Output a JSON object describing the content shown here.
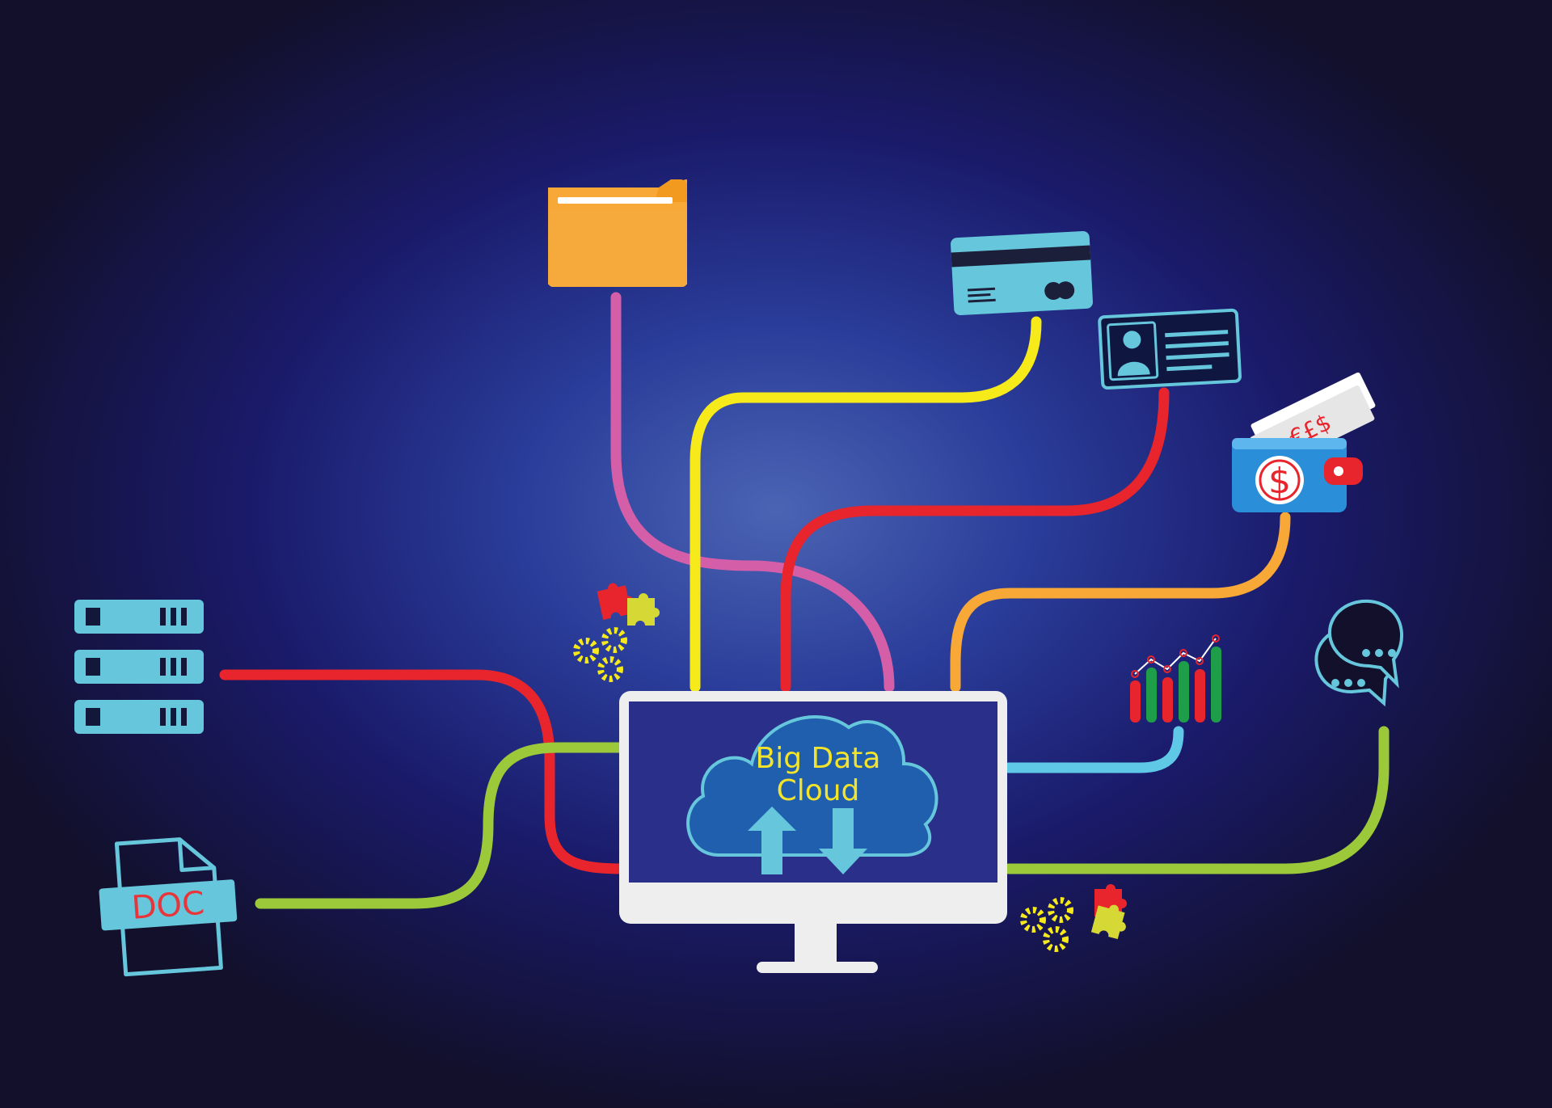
{
  "diagram": {
    "center_label_line1": "Big Data",
    "center_label_line2": "Cloud",
    "doc_label": "DOC",
    "wallet_symbol": "$",
    "receipt_symbols": "€£$"
  },
  "colors": {
    "background": "#12102a",
    "glow": "#3a5bb8",
    "red": "#e8242c",
    "yellow": "#f6ea1a",
    "pink": "#d45fa8",
    "orange": "#f7a836",
    "lightblue": "#5ec8e6",
    "green": "#9bc93a",
    "cyan_icon": "#66c6dc",
    "folder": "#f7a836",
    "monitor": "#eeeeee"
  },
  "icons": [
    "folder-icon",
    "credit-card-icon",
    "id-card-icon",
    "wallet-icon",
    "server-icon",
    "doc-file-icon",
    "bar-chart-icon",
    "chat-bubbles-icon",
    "gears-icon",
    "puzzle-icon",
    "cloud-icon",
    "upload-arrow-icon",
    "download-arrow-icon",
    "monitor-icon"
  ]
}
